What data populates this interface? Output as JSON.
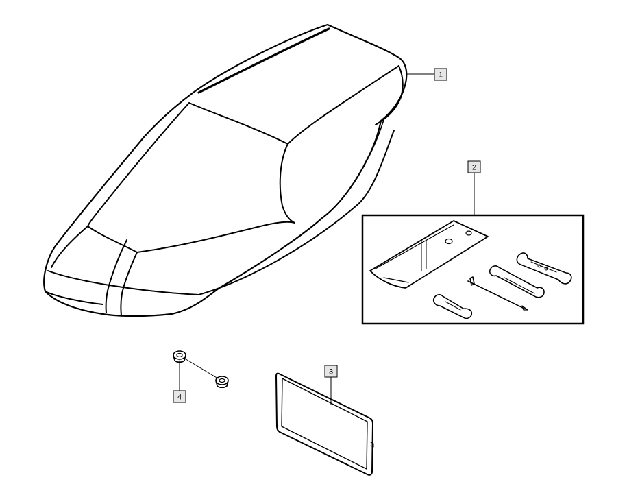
{
  "callouts": [
    {
      "id": "1",
      "part": "seat"
    },
    {
      "id": "2",
      "part": "tool-kit"
    },
    {
      "id": "3",
      "part": "gasket-frame"
    },
    {
      "id": "4",
      "part": "grommets"
    }
  ],
  "colors": {
    "line": "#000000",
    "callout_box_fill": "#e6e6e6",
    "background": "#ffffff"
  }
}
